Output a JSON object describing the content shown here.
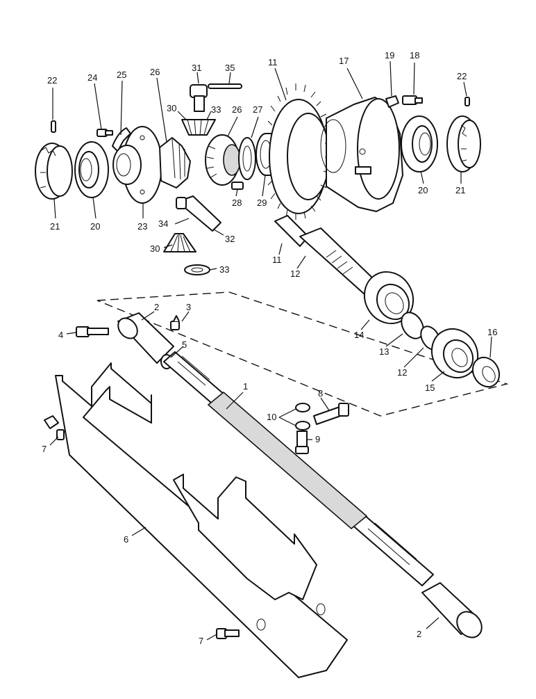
{
  "diagram": {
    "labels": {
      "p1": "1",
      "p2a": "2",
      "p2b": "2",
      "p3": "3",
      "p4": "4",
      "p5": "5",
      "p6": "6",
      "p7a": "7",
      "p7b": "7",
      "p8": "8",
      "p9": "9",
      "p10": "10",
      "p11a": "11",
      "p11b": "11",
      "p12a": "12",
      "p12b": "12",
      "p13": "13",
      "p14": "14",
      "p15": "15",
      "p16": "16",
      "p17": "17",
      "p18": "18",
      "p19": "19",
      "p20a": "20",
      "p20b": "20",
      "p21a": "21",
      "p21b": "21",
      "p22a": "22",
      "p22b": "22",
      "p23": "23",
      "p24": "24",
      "p25": "25",
      "p26a": "26",
      "p26b": "26",
      "p27": "27",
      "p28": "28",
      "p29": "29",
      "p30a": "30",
      "p30b": "30",
      "p31": "31",
      "p32": "32",
      "p33a": "33",
      "p33b": "33",
      "p34": "34",
      "p35": "35"
    }
  }
}
